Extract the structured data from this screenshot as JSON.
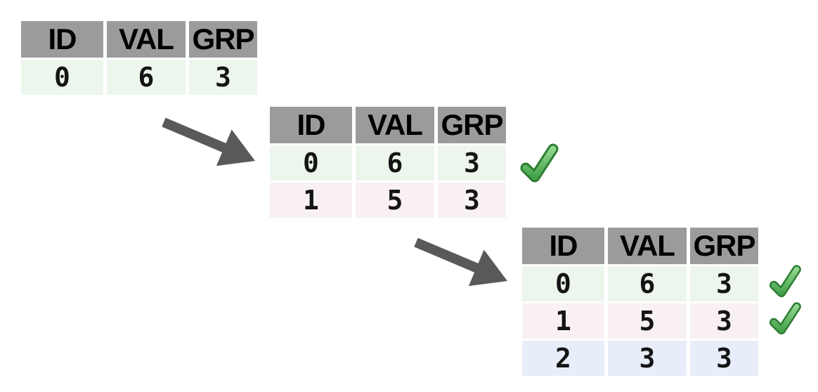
{
  "colors": {
    "page_bg": "#ffffff",
    "header_bg": "#9b9b9b",
    "header_text": "#000000",
    "row_green": "#edf6ed",
    "row_pink": "#f8f0f4",
    "row_blue": "#e7eef9",
    "cell_text": "#141414",
    "arrow": "#595959",
    "check_light": "#90d68e",
    "check_dark": "#44a24b",
    "check_outline": "#2e7d32"
  },
  "icons": {
    "arrow": "diagonal-arrow",
    "check": "green-checkmark"
  },
  "tables": [
    {
      "step": 1,
      "headers": [
        "ID",
        "VAL",
        "GRP"
      ],
      "rows": [
        {
          "cells": [
            "0",
            "6",
            "3"
          ],
          "checked": false
        }
      ]
    },
    {
      "step": 2,
      "headers": [
        "ID",
        "VAL",
        "GRP"
      ],
      "rows": [
        {
          "cells": [
            "0",
            "6",
            "3"
          ],
          "checked": true
        },
        {
          "cells": [
            "1",
            "5",
            "3"
          ],
          "checked": false
        }
      ]
    },
    {
      "step": 3,
      "headers": [
        "ID",
        "VAL",
        "GRP"
      ],
      "rows": [
        {
          "cells": [
            "0",
            "6",
            "3"
          ],
          "checked": true
        },
        {
          "cells": [
            "1",
            "5",
            "3"
          ],
          "checked": true
        },
        {
          "cells": [
            "2",
            "3",
            "3"
          ],
          "checked": false
        }
      ]
    }
  ]
}
